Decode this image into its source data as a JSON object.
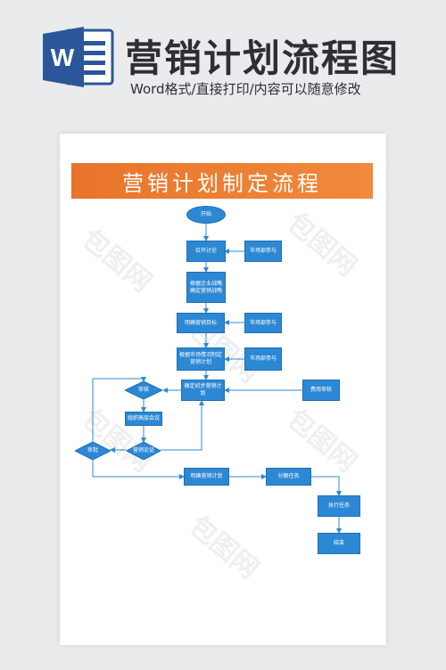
{
  "header": {
    "app_icon": "word-icon",
    "app_letter": "W",
    "title": "营销计划流程图",
    "subtitle": "Word格式/直接打印/内容可以随意修改"
  },
  "document": {
    "banner_title": "营销计划制定流程",
    "watermark_text": "包图网"
  },
  "flowchart": {
    "start": "开始",
    "meeting": "召开讨论",
    "market_1": "市场部参与",
    "strategy": "根据企业战略确定营销战略",
    "goal": "明确营销目标",
    "market_2": "市场部参与",
    "plan_by_market": "根据市场情况制定营销计划",
    "market_3": "市场部参与",
    "initial_plan": "确定初步营销计划",
    "cost_review": "费用审核",
    "review_1": "审核",
    "org_meeting": "组织高层会议",
    "review_2": "审批",
    "marketing_discussion": "营销论证",
    "final_plan": "明确营销计划",
    "decompose": "分解任务",
    "execute": "执行任务",
    "end": "结束"
  },
  "colors": {
    "node_fill": "#2d88d4",
    "line": "#2d88d4",
    "banner": "#e8742a",
    "word_blue": "#2b579a"
  }
}
